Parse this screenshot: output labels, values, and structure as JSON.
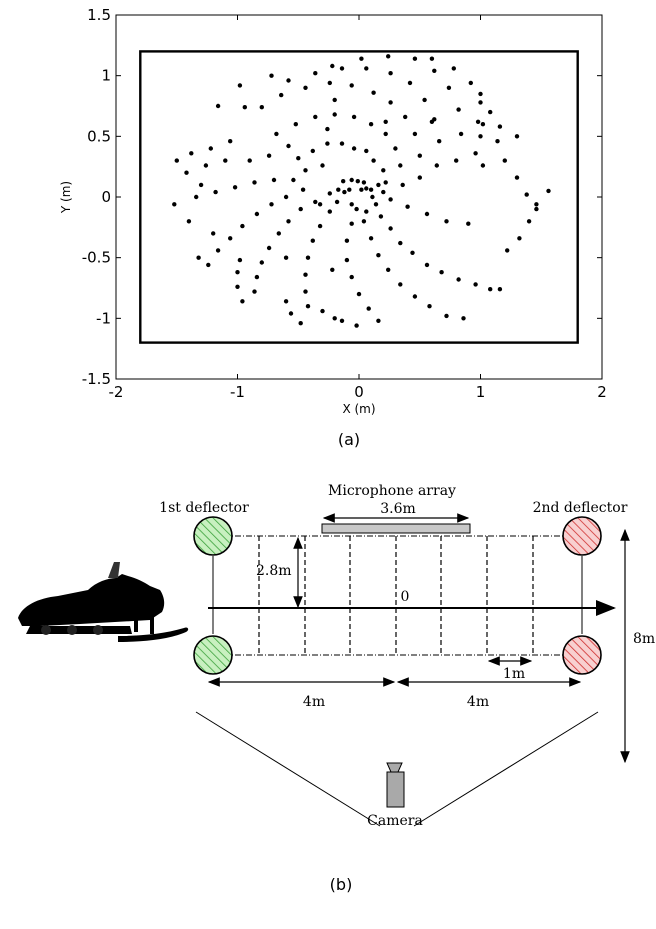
{
  "figure_a": {
    "caption": "(a)",
    "chart_data": {
      "type": "scatter",
      "title": "",
      "xlabel": "X (m)",
      "ylabel": "Y (m)",
      "xlim": [
        -2,
        2
      ],
      "ylim": [
        -1.5,
        1.5
      ],
      "xticks": [
        "-2",
        "-1",
        "0",
        "1",
        "2"
      ],
      "yticks": [
        "-1.5",
        "-1",
        "-0.5",
        "0",
        "0.5",
        "1",
        "1.5"
      ],
      "grid": false,
      "frame": {
        "x": [
          -1.8,
          1.8
        ],
        "y": [
          -1.2,
          1.2
        ]
      },
      "spiral_arms": 24,
      "points_per_arm": 10,
      "points": [
        [
          0.11,
          0.0
        ],
        [
          0.1,
          0.06
        ],
        [
          0.06,
          0.07
        ],
        [
          0.04,
          0.12
        ],
        [
          -0.01,
          0.13
        ],
        [
          -0.06,
          0.14
        ],
        [
          -0.13,
          0.13
        ],
        [
          -0.17,
          0.06
        ],
        [
          -0.24,
          0.03
        ],
        [
          -0.32,
          -0.06
        ],
        [
          0.26,
          -0.02
        ],
        [
          0.22,
          0.12
        ],
        [
          0.2,
          0.22
        ],
        [
          0.12,
          0.3
        ],
        [
          0.06,
          0.38
        ],
        [
          -0.04,
          0.4
        ],
        [
          -0.14,
          0.44
        ],
        [
          -0.26,
          0.44
        ],
        [
          -0.38,
          0.38
        ],
        [
          -0.5,
          0.32
        ],
        [
          0.36,
          0.1
        ],
        [
          0.34,
          0.26
        ],
        [
          0.3,
          0.4
        ],
        [
          0.22,
          0.52
        ],
        [
          0.1,
          0.6
        ],
        [
          -0.04,
          0.66
        ],
        [
          -0.2,
          0.68
        ],
        [
          -0.36,
          0.66
        ],
        [
          -0.52,
          0.6
        ],
        [
          -0.68,
          0.52
        ],
        [
          0.5,
          0.16
        ],
        [
          0.5,
          0.34
        ],
        [
          0.46,
          0.52
        ],
        [
          0.38,
          0.66
        ],
        [
          0.26,
          0.78
        ],
        [
          0.12,
          0.86
        ],
        [
          -0.06,
          0.92
        ],
        [
          -0.24,
          0.94
        ],
        [
          -0.44,
          0.9
        ],
        [
          -0.64,
          0.84
        ],
        [
          0.64,
          0.26
        ],
        [
          0.66,
          0.46
        ],
        [
          0.62,
          0.64
        ],
        [
          0.54,
          0.8
        ],
        [
          0.42,
          0.94
        ],
        [
          0.26,
          1.02
        ],
        [
          0.06,
          1.06
        ],
        [
          -0.14,
          1.06
        ],
        [
          -0.36,
          1.02
        ],
        [
          -0.58,
          0.96
        ],
        [
          0.8,
          0.3
        ],
        [
          0.84,
          0.52
        ],
        [
          0.82,
          0.72
        ],
        [
          0.74,
          0.9
        ],
        [
          0.62,
          1.04
        ],
        [
          0.46,
          1.14
        ],
        [
          0.24,
          1.16
        ],
        [
          0.02,
          1.14
        ],
        [
          -0.22,
          1.08
        ],
        [
          -0.72,
          1.0
        ],
        [
          0.96,
          0.36
        ],
        [
          1.02,
          0.6
        ],
        [
          1.0,
          0.78
        ],
        [
          0.92,
          0.94
        ],
        [
          0.78,
          1.06
        ],
        [
          0.6,
          1.14
        ],
        [
          -0.98,
          0.92
        ],
        [
          -1.16,
          0.75
        ],
        [
          -0.94,
          0.74
        ],
        [
          -0.8,
          0.74
        ],
        [
          1.14,
          0.46
        ],
        [
          1.2,
          0.3
        ],
        [
          1.3,
          0.16
        ],
        [
          1.38,
          0.02
        ],
        [
          1.46,
          -0.1
        ],
        [
          1.56,
          0.05
        ],
        [
          1.3,
          0.5
        ],
        [
          1.16,
          0.58
        ],
        [
          1.08,
          0.7
        ],
        [
          1.0,
          0.85
        ],
        [
          0.18,
          -0.16
        ],
        [
          0.26,
          -0.26
        ],
        [
          0.34,
          -0.38
        ],
        [
          0.44,
          -0.46
        ],
        [
          0.56,
          -0.56
        ],
        [
          0.68,
          -0.62
        ],
        [
          0.82,
          -0.68
        ],
        [
          0.96,
          -0.72
        ],
        [
          1.08,
          -0.76
        ],
        [
          1.16,
          -0.76
        ],
        [
          0.04,
          -0.2
        ],
        [
          0.1,
          -0.34
        ],
        [
          0.16,
          -0.48
        ],
        [
          0.24,
          -0.6
        ],
        [
          0.34,
          -0.72
        ],
        [
          0.46,
          -0.82
        ],
        [
          0.58,
          -0.9
        ],
        [
          0.72,
          -0.98
        ],
        [
          0.86,
          -1.0
        ],
        [
          -0.06,
          -0.22
        ],
        [
          -0.1,
          -0.36
        ],
        [
          -0.1,
          -0.52
        ],
        [
          -0.06,
          -0.66
        ],
        [
          0.0,
          -0.8
        ],
        [
          0.08,
          -0.92
        ],
        [
          0.16,
          -1.02
        ],
        [
          -0.02,
          -1.06
        ],
        [
          -0.14,
          -1.02
        ],
        [
          -0.2,
          -1.0
        ],
        [
          -0.3,
          -0.94
        ],
        [
          -0.24,
          -0.12
        ],
        [
          -0.32,
          -0.24
        ],
        [
          -0.38,
          -0.36
        ],
        [
          -0.42,
          -0.5
        ],
        [
          -0.44,
          -0.64
        ],
        [
          -0.44,
          -0.78
        ],
        [
          -0.42,
          -0.9
        ],
        [
          -0.48,
          -1.04
        ],
        [
          -0.56,
          -0.96
        ],
        [
          -0.6,
          -0.86
        ],
        [
          -0.36,
          -0.04
        ],
        [
          -0.48,
          -0.1
        ],
        [
          -0.58,
          -0.2
        ],
        [
          -0.66,
          -0.3
        ],
        [
          -0.74,
          -0.42
        ],
        [
          -0.8,
          -0.54
        ],
        [
          -0.84,
          -0.66
        ],
        [
          -0.86,
          -0.78
        ],
        [
          -0.96,
          -0.86
        ],
        [
          -1.0,
          -0.74
        ],
        [
          -0.46,
          0.06
        ],
        [
          -0.6,
          0.0
        ],
        [
          -0.72,
          -0.06
        ],
        [
          -0.84,
          -0.14
        ],
        [
          -0.96,
          -0.24
        ],
        [
          -1.06,
          -0.34
        ],
        [
          -1.16,
          -0.44
        ],
        [
          -1.24,
          -0.56
        ],
        [
          -1.32,
          -0.5
        ],
        [
          -1.2,
          -0.3
        ],
        [
          -0.54,
          0.14
        ],
        [
          -0.7,
          0.14
        ],
        [
          -0.86,
          0.12
        ],
        [
          -1.02,
          0.08
        ],
        [
          -1.18,
          0.04
        ],
        [
          -1.34,
          0.0
        ],
        [
          -1.52,
          -0.06
        ],
        [
          -1.42,
          0.2
        ],
        [
          -1.26,
          0.26
        ],
        [
          -1.1,
          0.3
        ],
        [
          -0.3,
          0.26
        ],
        [
          -0.44,
          0.22
        ],
        [
          -0.58,
          0.42
        ],
        [
          -0.74,
          0.34
        ],
        [
          -0.9,
          0.3
        ],
        [
          -1.06,
          0.46
        ],
        [
          -1.22,
          0.4
        ],
        [
          -1.38,
          0.36
        ],
        [
          -0.26,
          0.56
        ],
        [
          -0.2,
          0.8
        ],
        [
          0.06,
          -0.12
        ],
        [
          0.14,
          -0.06
        ],
        [
          0.2,
          0.04
        ],
        [
          0.16,
          0.1
        ],
        [
          -0.06,
          -0.06
        ],
        [
          -0.12,
          0.04
        ],
        [
          -0.18,
          -0.04
        ],
        [
          -0.08,
          0.06
        ],
        [
          0.02,
          0.06
        ],
        [
          -0.02,
          -0.1
        ],
        [
          -1.0,
          -0.62
        ],
        [
          -0.98,
          -0.52
        ],
        [
          -0.6,
          -0.5
        ],
        [
          -0.22,
          -0.6
        ],
        [
          0.22,
          0.62
        ],
        [
          0.6,
          0.62
        ],
        [
          0.98,
          0.62
        ],
        [
          1.0,
          0.5
        ],
        [
          1.02,
          0.26
        ],
        [
          1.22,
          -0.44
        ],
        [
          1.32,
          -0.34
        ],
        [
          1.4,
          -0.2
        ],
        [
          1.46,
          -0.06
        ],
        [
          -1.3,
          0.1
        ],
        [
          -1.4,
          -0.2
        ],
        [
          -1.5,
          0.3
        ],
        [
          0.4,
          -0.08
        ],
        [
          0.56,
          -0.14
        ],
        [
          0.72,
          -0.2
        ],
        [
          0.9,
          -0.22
        ]
      ]
    }
  },
  "figure_b": {
    "caption": "(b)",
    "labels": {
      "microphone_array": "Microphone array",
      "array_width": "3.6m",
      "first_deflector": "1st deflector",
      "second_deflector": "2nd deflector",
      "offset": "2.8m",
      "origin": "0",
      "spacing": "1m",
      "left_span": "4m",
      "right_span": "4m",
      "height": "8m",
      "camera": "Camera"
    },
    "colors": {
      "green": "#c8f0c0",
      "green_hatch": "#3aa03a",
      "red": "#f8d0d0",
      "red_hatch": "#d03030",
      "array_bar": "#c8c8c8",
      "camera": "#a9a9a9"
    },
    "icons": [
      "snowmobile-icon",
      "camera-icon"
    ]
  }
}
